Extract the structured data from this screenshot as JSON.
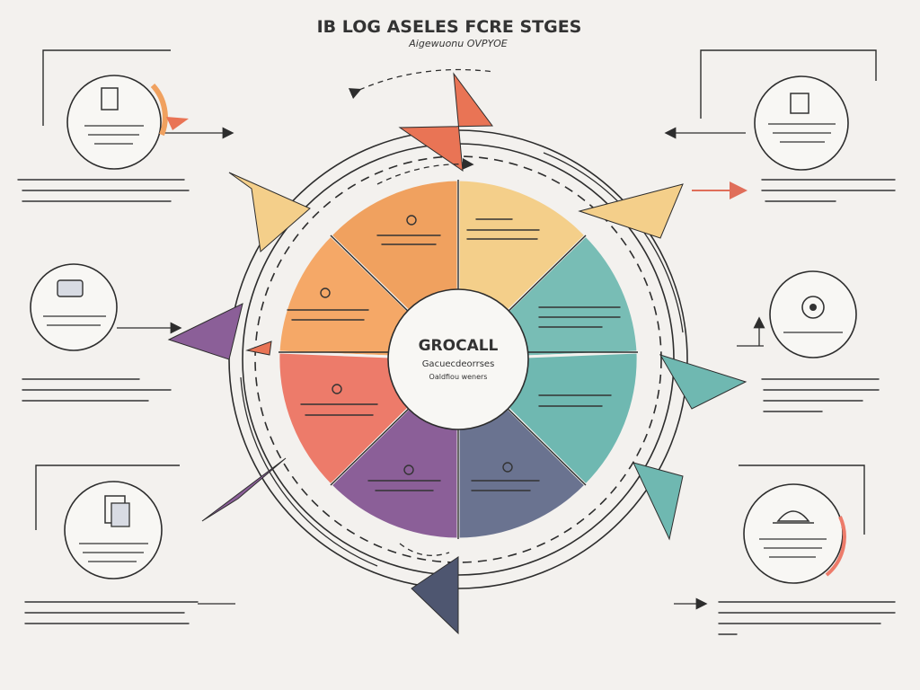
{
  "title": "IB LOG ASELES FCRE STGES",
  "subtitle": "Aigewuonu OVPYOE",
  "center": {
    "title": "GROCALL",
    "subtitle": "Gacuecdeorrses",
    "caption": "Oaldfiou weners"
  },
  "colors": {
    "orange": "#f0a15f",
    "yellow": "#f4cf8a",
    "teal": "#6fb8b1",
    "slate": "#6a7390",
    "purple": "#8b5f98",
    "coral": "#ed7b6a",
    "center_fill": "#f8f7f4",
    "line": "#2d2d2d",
    "background": "#f3f1ee"
  },
  "icons": [
    "document-icon",
    "folder-icon",
    "printer-icon",
    "gear-icon",
    "copy-icon",
    "hat-icon"
  ]
}
